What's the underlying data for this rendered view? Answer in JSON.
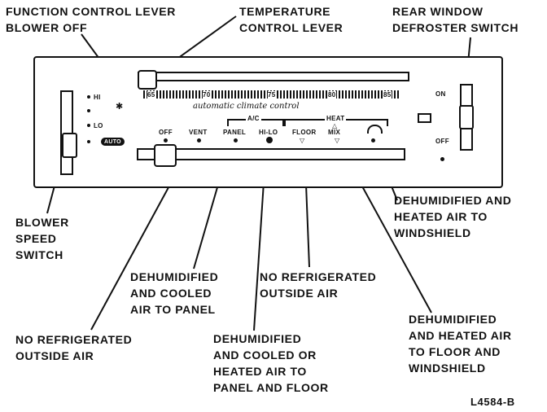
{
  "labels": {
    "function_lever": "FUNCTION CONTROL LEVER\nBLOWER OFF",
    "temp_lever": "TEMPERATURE\nCONTROL LEVER",
    "rear_defrost": "REAR WINDOW\nDEFROSTER SWITCH",
    "blower_switch": "BLOWER\nSPEED\nSWITCH",
    "dehum_windshield": "DEHUMIDIFIED AND\nHEATED AIR TO\nWINDSHIELD",
    "dehum_panel": "DEHUMIDIFIED\nAND COOLED\nAIR TO PANEL",
    "no_refrig_1": "NO REFRIGERATED\nOUTSIDE AIR",
    "no_refrig_2": "NO REFRIGERATED\nOUTSIDE AIR",
    "dehum_floor_windshield": "DEHUMIDIFIED\nAND HEATED AIR\nTO FLOOR AND\nWINDSHIELD",
    "dehum_panel_floor": "DEHUMIDIFIED\nAND COOLED OR\nHEATED AIR TO\nPANEL AND FLOOR",
    "figure_id": "L4584-B"
  },
  "panel": {
    "hi": "HI",
    "lo": "LO",
    "auto": "AUTO",
    "temp_scale": [
      "65",
      "70",
      "75",
      "80",
      "85"
    ],
    "brand": "automatic climate control",
    "ac_header": "A/C",
    "heat_header": "HEAT",
    "modes": [
      "OFF",
      "VENT",
      "PANEL",
      "HI-LO",
      "FLOOR",
      "MIX"
    ],
    "on": "ON",
    "off": "OFF"
  },
  "icons": [
    "fan-icon",
    "defrost-icon",
    "rear-defrost-icon"
  ]
}
